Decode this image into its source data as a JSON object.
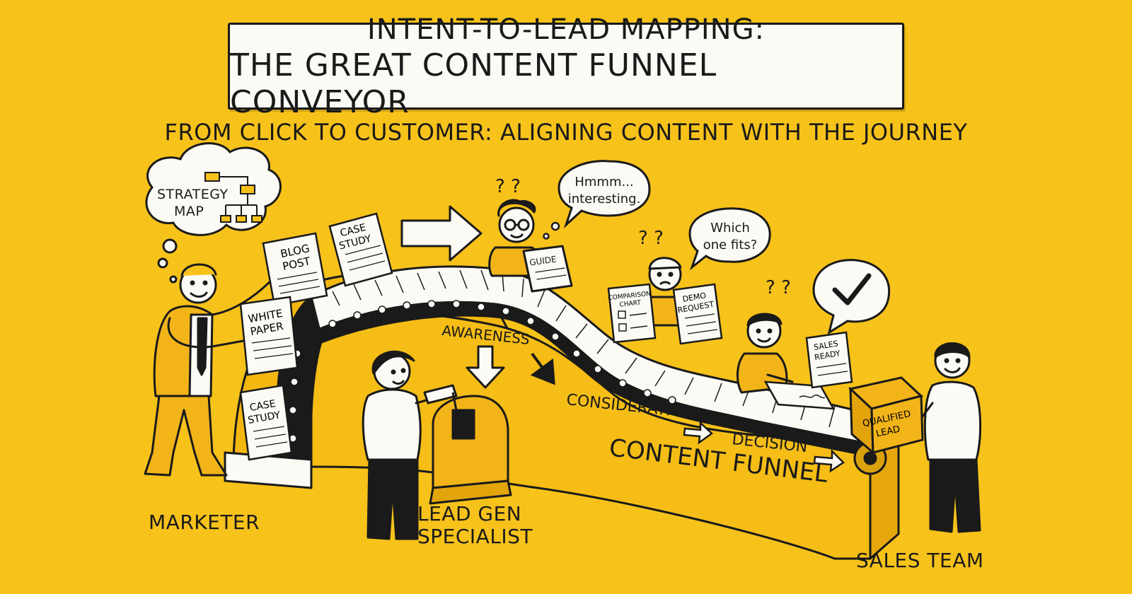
{
  "title": {
    "line1": "INTENT-TO-LEAD MAPPING:",
    "line2": "THE GREAT CONTENT FUNNEL CONVEYOR"
  },
  "subtitle": "FROM CLICK TO CUSTOMER: ALIGNING CONTENT WITH THE JOURNEY",
  "thought_bubble": {
    "line1": "STRATEGY",
    "line2": "MAP"
  },
  "speech": {
    "reader": {
      "line1": "Hmmm...",
      "line2": "interesting."
    },
    "evaluator": {
      "line1": "Which",
      "line2": "one fits?"
    },
    "question_marks": "? ?"
  },
  "documents": {
    "blog_post": {
      "line1": "BLOG",
      "line2": "POST"
    },
    "white_paper": {
      "line1": "WHITE",
      "line2": "PAPER"
    },
    "case_study_low": {
      "line1": "CASE",
      "line2": "STUDY"
    },
    "case_study_top": {
      "line1": "CASE",
      "line2": "STUDY"
    },
    "guide": "GUIDE",
    "comparison_chart": {
      "line1": "COMPARISON",
      "line2": "CHART"
    },
    "demo_request": {
      "line1": "DEMO",
      "line2": "REQUEST"
    },
    "sales_ready": {
      "line1": "SALES",
      "line2": "READY"
    },
    "qualified_lead": {
      "line1": "QUALIFIED",
      "line2": "LEAD"
    }
  },
  "stages": {
    "awareness": "AWARENESS",
    "consideration": "CONSIDERATION",
    "decision": "DECISION",
    "funnel": "CONTENT FUNNEL"
  },
  "roles": {
    "marketer": "MARKETER",
    "lead_gen_line1": "LEAD GEN",
    "lead_gen_line2": "SPECIALIST",
    "sales_team": "SALES TEAM"
  },
  "colors": {
    "background": "#f7c21a",
    "ink": "#1a1a1a",
    "paper": "#fbfaf5"
  }
}
